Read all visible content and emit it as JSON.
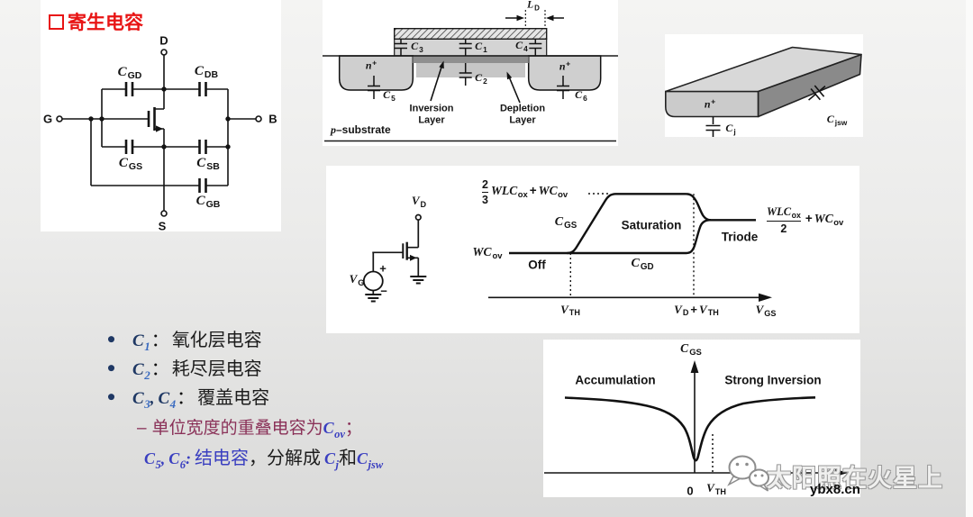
{
  "colors": {
    "title_red": "#e81414",
    "navy": "#1f3864",
    "sub_blue": "#3a6bc0",
    "maroon": "#8a3158",
    "blue": "#3a3fc0",
    "ink": "#141414"
  },
  "title": {
    "text": "寄生电容"
  },
  "cap_model": {
    "terminals": {
      "drain": "D",
      "gate": "G",
      "source": "S",
      "bulk": "B"
    },
    "cgd": {
      "b": "C",
      "s": "GD"
    },
    "cdb": {
      "b": "C",
      "s": "DB"
    },
    "cgs": {
      "b": "C",
      "s": "GS"
    },
    "csb": {
      "b": "C",
      "s": "SB"
    },
    "cgb": {
      "b": "C",
      "s": "GB"
    }
  },
  "cross_section": {
    "ld": {
      "b": "L",
      "s": "D"
    },
    "c1": {
      "b": "C",
      "s": "1"
    },
    "c2": {
      "b": "C",
      "s": "2"
    },
    "c3": {
      "b": "C",
      "s": "3"
    },
    "c4": {
      "b": "C",
      "s": "4"
    },
    "c5": {
      "b": "C",
      "s": "5"
    },
    "c6": {
      "b": "C",
      "s": "6"
    },
    "n_left": {
      "b": "n",
      "s": "+"
    },
    "n_right": {
      "b": "n",
      "s": "+"
    },
    "inversion": {
      "l1": "Inversion",
      "l2": "Layer"
    },
    "depletion": {
      "l1": "Depletion",
      "l2": "Layer"
    },
    "substrate": {
      "b": "p",
      "rest": "–substrate"
    }
  },
  "junction": {
    "n_plus": {
      "b": "n",
      "s": "+"
    },
    "cj": {
      "b": "C",
      "s": "j"
    },
    "cjsw": {
      "b": "C",
      "s": "jsw"
    }
  },
  "cv_plot": {
    "vd": {
      "b": "V",
      "s": "D"
    },
    "vg": {
      "b": "V",
      "s": "G"
    },
    "plus": "+",
    "minus": "−",
    "y_top": {
      "num": "2",
      "den": "3",
      "e1": "WLC",
      "s1": "ox",
      "op": "+",
      "e2": "WC",
      "s2": "ov"
    },
    "y_right": {
      "num": "WLC",
      "nums": "ox",
      "den": "2",
      "op": "+",
      "e": "WC",
      "s": "ov"
    },
    "wcov": {
      "b": "WC",
      "s": "ov"
    },
    "cgs": {
      "b": "C",
      "s": "GS"
    },
    "cgd": {
      "b": "C",
      "s": "GD"
    },
    "off": "Off",
    "saturation": "Saturation",
    "triode": "Triode",
    "vth": {
      "b": "V",
      "s": "TH"
    },
    "vdvth": {
      "b1": "V",
      "s1": "D",
      "op": "+",
      "b2": "V",
      "s2": "TH"
    },
    "vgs": {
      "b": "V",
      "s": "GS"
    }
  },
  "cgs_plot": {
    "ylabel": {
      "b": "C",
      "s": "GS"
    },
    "accumulation": "Accumulation",
    "strong_inversion": "Strong Inversion",
    "zero": "0",
    "vth": {
      "b": "V",
      "s": "TH"
    }
  },
  "notes": {
    "items": [
      {
        "cap1": {
          "b": "C",
          "s": "1"
        },
        "colon": "：",
        "desc": "氧化层电容"
      },
      {
        "cap1": {
          "b": "C",
          "s": "2"
        },
        "colon": "：",
        "desc": "耗尽层电容"
      },
      {
        "cap1": {
          "b": "C",
          "s": "3"
        },
        "comma": ",",
        "cap2": {
          "b": "C",
          "s": "4"
        },
        "colon": "：",
        "desc": "覆盖电容"
      }
    ],
    "overlap": {
      "dash": "–",
      "text": "单位宽度的重叠电容为",
      "cap": {
        "b": "C",
        "s": "ov"
      },
      "end": "；"
    },
    "junction_note": {
      "cap1": {
        "b": "C",
        "s": "5"
      },
      "comma": ",",
      "cap2": {
        "b": "C",
        "s": "6"
      },
      "colon": ":",
      "term": "结电容",
      "mid": "，分解成",
      "cj": {
        "b": "C",
        "s": "j"
      },
      "and": "和",
      "cjsw": {
        "b": "C",
        "s": "jsw"
      }
    }
  },
  "watermark": {
    "account_name": "太阳照在火星上",
    "site": "ybx8.cn"
  }
}
